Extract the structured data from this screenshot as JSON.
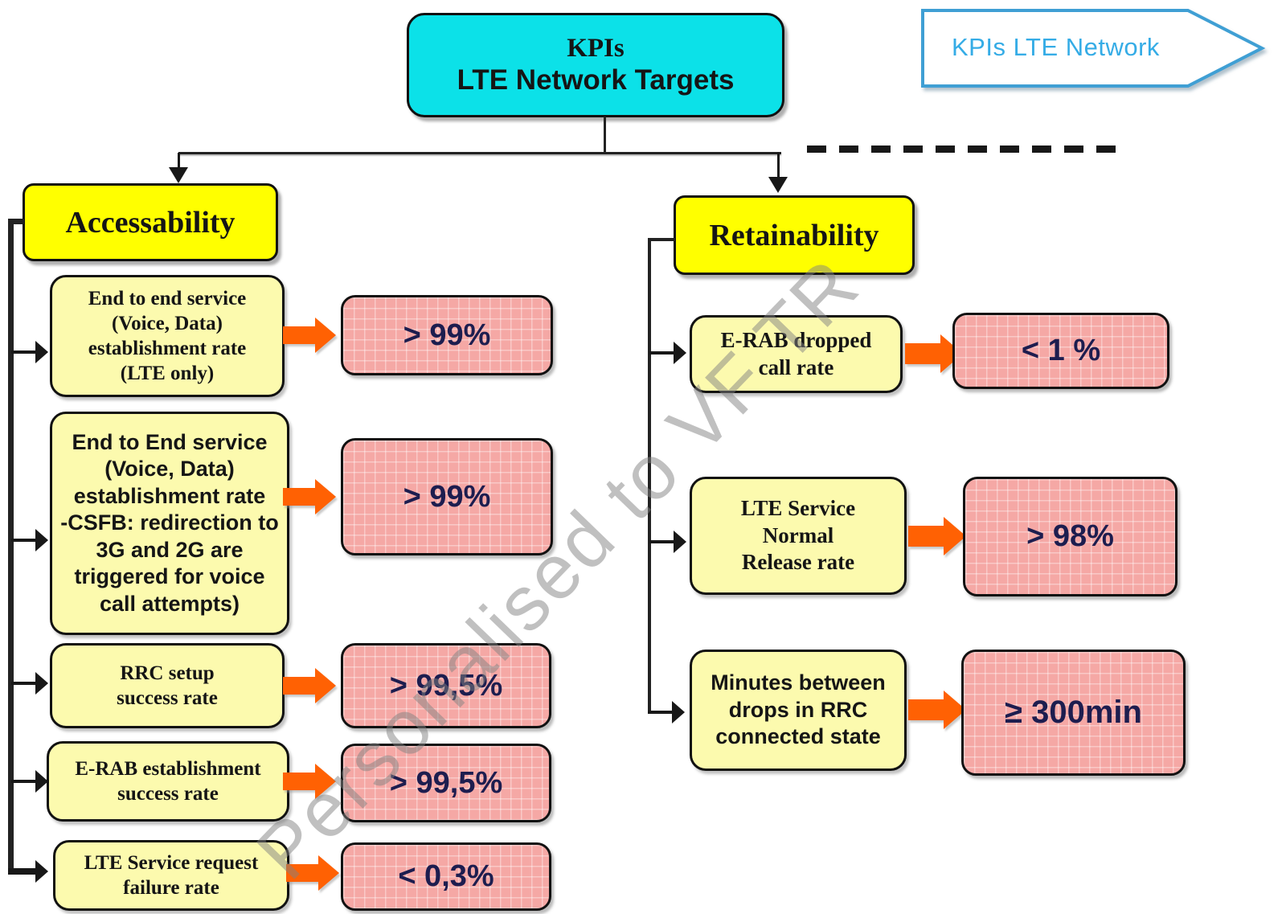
{
  "watermark": "Personalised to VF TR",
  "root": {
    "line1": "KPIs",
    "line2": "LTE Network Targets"
  },
  "banner": {
    "label": "KPIs LTE Network"
  },
  "left_branch": {
    "header": "Accessability",
    "items": [
      {
        "label": "End to end service\n(Voice, Data)\nestablishment rate\n(LTE only)",
        "target": "> 99%"
      },
      {
        "label": "End to End service\n(Voice, Data)\nestablishment rate\n-CSFB: redirection to\n3G and 2G are\ntriggered for voice\ncall attempts)",
        "target": "> 99%"
      },
      {
        "label": "RRC setup\nsuccess rate",
        "target": "> 99,5%"
      },
      {
        "label": "E-RAB establishment\nsuccess rate",
        "target": "> 99,5%"
      },
      {
        "label": "LTE Service request\nfailure rate",
        "target": "< 0,3%"
      }
    ]
  },
  "right_branch": {
    "header": "Retainability",
    "items": [
      {
        "label": "E-RAB dropped\ncall rate",
        "target": "< 1 %"
      },
      {
        "label": "LTE Service\nNormal\nRelease rate",
        "target": "> 98%"
      },
      {
        "label": "Minutes between\ndrops in RRC\nconnected state",
        "target": "≥ 300min"
      }
    ]
  },
  "colors": {
    "root_fill": "#0ce1e8",
    "header_fill": "#ffff00",
    "label_fill": "#fcfaae",
    "target_fill": "#f5a8a5",
    "arrow_orange": "#ff6103",
    "banner_blue": "#35ace6",
    "connector_black": "#181818",
    "value_text": "#1d1d4f"
  }
}
